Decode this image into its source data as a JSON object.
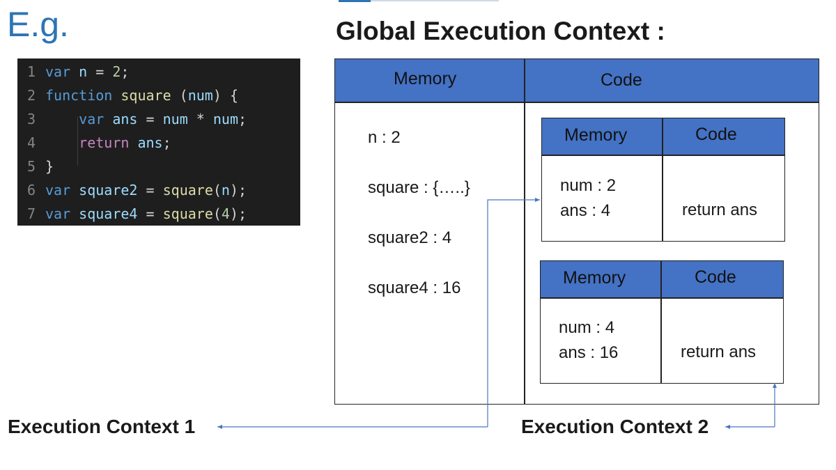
{
  "heading": "E.g.",
  "title": "Global Execution Context :",
  "code_lines": [
    {
      "n": "1"
    },
    {
      "n": "2"
    },
    {
      "n": "3"
    },
    {
      "n": "4"
    },
    {
      "n": "5"
    },
    {
      "n": "6"
    },
    {
      "n": "7"
    }
  ],
  "code_tokens": {
    "var": "var",
    "function": "function",
    "return": "return",
    "n": "n",
    "square": "square",
    "num": "num",
    "ans": "ans",
    "square2": "square2",
    "square4": "square4",
    "two": "2",
    "four": "4",
    "eq": "=",
    "semi": ";",
    "star": "*",
    "lbrace": "{",
    "rbrace": "}",
    "lparen": "(",
    "rparen": ")"
  },
  "global": {
    "memory_header": "Memory",
    "code_header": "Code",
    "memory_items": [
      "n : 2",
      "square : {…..}",
      "square2 : 4",
      "square4 : 16"
    ]
  },
  "context1": {
    "memory_header": "Memory",
    "code_header": "Code",
    "memory_items": [
      "num : 2",
      "ans : 4"
    ],
    "code_text": "return ans",
    "label": "Execution Context 1"
  },
  "context2": {
    "memory_header": "Memory",
    "code_header": "Code",
    "memory_items": [
      "num : 4",
      "ans : 16"
    ],
    "code_text": "return ans",
    "label": "Execution Context 2"
  },
  "colors": {
    "header_blue": "#4472c4",
    "heading_blue": "#2e74b5",
    "arrow_blue": "#4a76c0",
    "code_bg": "#1e1e1e"
  }
}
